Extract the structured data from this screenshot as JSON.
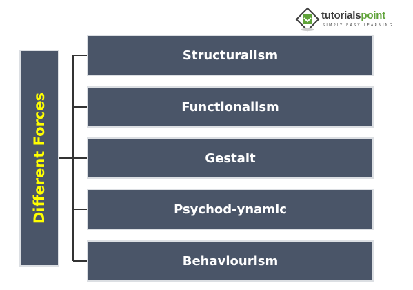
{
  "logo": {
    "word_part1": "tutorials",
    "word_part2": "point",
    "tagline": "SIMPLY EASY LEARNING"
  },
  "diagram": {
    "root_label": "Different Forces",
    "root_label_color": "#ffff00",
    "box_fill": "#4a5568",
    "box_border": "#dcdfe3",
    "items": [
      {
        "label": "Structuralism"
      },
      {
        "label": "Functionalism"
      },
      {
        "label": "Gestalt"
      },
      {
        "label": "Psychod-ynamic"
      },
      {
        "label": "Behaviourism"
      }
    ]
  }
}
